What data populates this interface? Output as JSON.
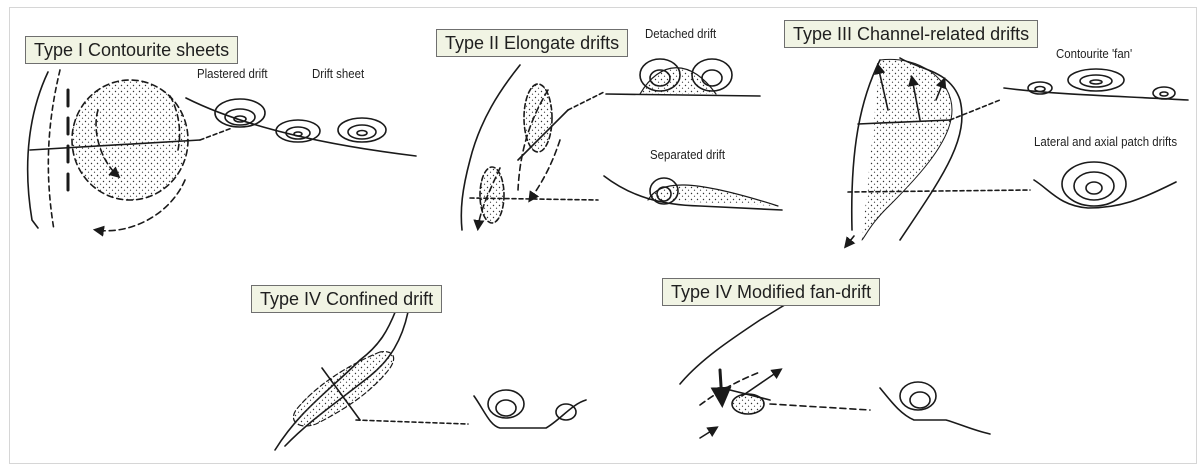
{
  "panels": {
    "type1": {
      "title": "Type I Contourite sheets",
      "labels": [
        "Plastered drift",
        "Drift sheet"
      ]
    },
    "type2": {
      "title": "Type II Elongate drifts",
      "labels": [
        "Detached drift",
        "Separated drift"
      ]
    },
    "type3": {
      "title": "Type III Channel-related drifts",
      "labels": [
        "Contourite 'fan'",
        "Lateral and axial patch drifts"
      ]
    },
    "type4a": {
      "title": "Type IV Confined drift",
      "labels": []
    },
    "type4b": {
      "title": "Type IV Modified fan-drift",
      "labels": []
    }
  },
  "colors": {
    "label_bg": "#f1f4e4",
    "label_border": "#6f6f6f",
    "ink": "#1a1a1a"
  }
}
